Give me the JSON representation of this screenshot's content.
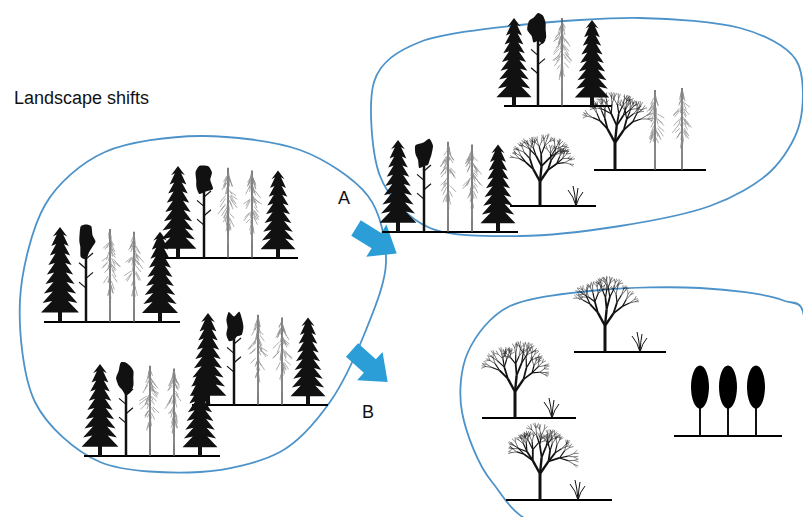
{
  "diagram": {
    "title": "Landscape shifts",
    "labels": [
      "A",
      "B"
    ]
  }
}
